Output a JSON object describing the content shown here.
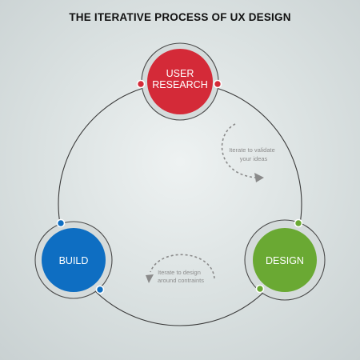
{
  "title": "THE ITERATIVE PROCESS OF UX DESIGN",
  "nodes": [
    {
      "id": "user-research",
      "lines": [
        "USER",
        "RESEARCH"
      ],
      "color": "#d42a38"
    },
    {
      "id": "design",
      "lines": [
        "DESIGN"
      ],
      "color": "#6aa933"
    },
    {
      "id": "build",
      "lines": [
        "BUILD"
      ],
      "color": "#0e6ec2"
    }
  ],
  "notes": [
    {
      "lines": [
        "Iterate to validate",
        "your ideas"
      ]
    },
    {
      "lines": [
        "Iterate to design",
        "around contraints"
      ]
    }
  ],
  "colors": {
    "cycle_line": "#3a3a3a",
    "ring_fill": "#d5dbdb",
    "ring_stroke": "#4a4a4a",
    "dash_arrow": "#8a8a8a"
  }
}
